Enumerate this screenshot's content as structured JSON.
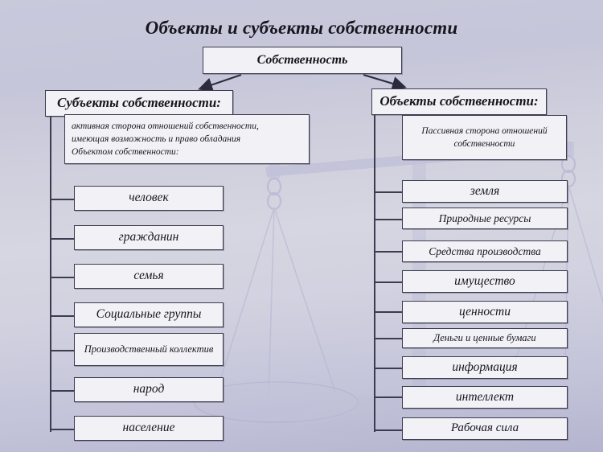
{
  "page": {
    "title": "Объекты и субъекты собственности",
    "root_node": "Собственность",
    "background_color": "#cccce0",
    "box_fill": "#f1f1f6",
    "box_border": "#3c3c50",
    "text_color": "#16161e",
    "watermark": "scales-of-justice"
  },
  "columns": [
    {
      "id": "subjects",
      "header": "Субъекты собственности:",
      "description": "активная сторона отношений собственности, имеющая возможность и право обладания Объектом собственности:",
      "description_lines": [
        "активная сторона отношений собственности,",
        "имеющая возможность и право обладания",
        "Объектом собственности:"
      ],
      "items": [
        {
          "label": "человек",
          "size": "large"
        },
        {
          "label": "гражданин",
          "size": "large"
        },
        {
          "label": "семья",
          "size": "large"
        },
        {
          "label": "Социальные группы",
          "size": "large"
        },
        {
          "label": "Производственный коллектив",
          "size": "small"
        },
        {
          "label": "народ",
          "size": "large"
        },
        {
          "label": "население",
          "size": "large"
        }
      ]
    },
    {
      "id": "objects",
      "header": "Объекты собственности:",
      "description": "Пассивная сторона отношений собственности",
      "description_lines": [
        "Пассивная сторона отношений",
        "собственности"
      ],
      "items": [
        {
          "label": "земля",
          "size": "large"
        },
        {
          "label": "Природные ресурсы",
          "size": "medium"
        },
        {
          "label": "Средства производства",
          "size": "medium"
        },
        {
          "label": "имущество",
          "size": "large"
        },
        {
          "label": "ценности",
          "size": "large"
        },
        {
          "label": "Деньги и ценные бумаги",
          "size": "small"
        },
        {
          "label": "информация",
          "size": "large"
        },
        {
          "label": "интеллект",
          "size": "large"
        },
        {
          "label": "Рабочая сила",
          "size": "medium"
        }
      ]
    }
  ]
}
